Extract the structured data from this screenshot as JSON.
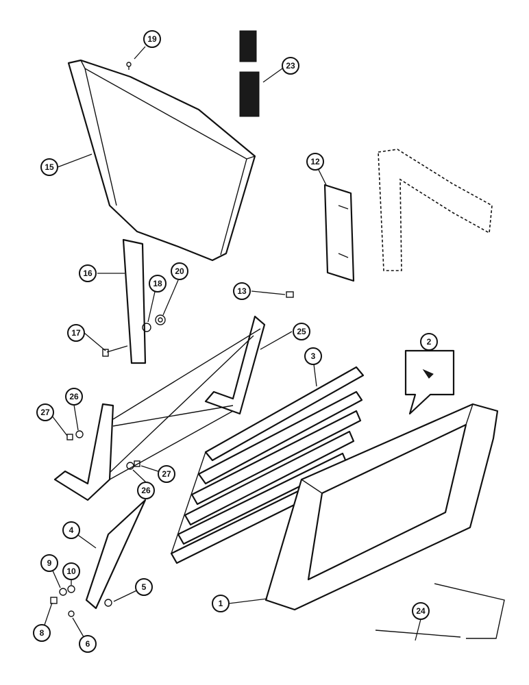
{
  "callouts": {
    "c1": "1",
    "c2": "2",
    "c3": "3",
    "c4": "4",
    "c5": "5",
    "c6": "6",
    "c8": "8",
    "c9": "9",
    "c10": "10",
    "c12": "12",
    "c13": "13",
    "c15": "15",
    "c16": "16",
    "c17": "17",
    "c18": "18",
    "c19": "19",
    "c20": "20",
    "c23": "23",
    "c24": "24",
    "c25": "25",
    "c26a": "26",
    "c26b": "26",
    "c27a": "27",
    "c27b": "27"
  }
}
